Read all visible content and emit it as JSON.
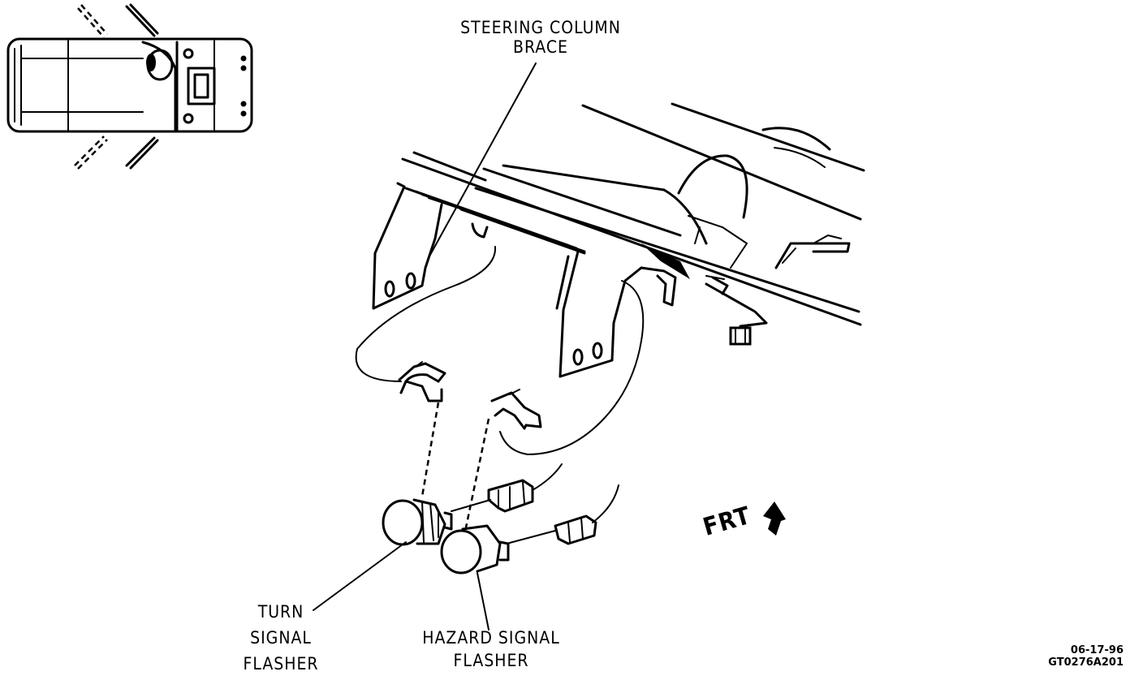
{
  "labels": {
    "steering_column_brace": [
      "STEERING COLUMN",
      "BRACE"
    ],
    "turn_signal_flasher": [
      "TURN",
      "SIGNAL",
      "FLASHER"
    ],
    "hazard_signal_flasher": [
      "HAZARD SIGNAL",
      "FLASHER"
    ],
    "front_indicator": "FRT"
  },
  "drawing_code": [
    "06-17-96",
    "GT0276A201"
  ]
}
